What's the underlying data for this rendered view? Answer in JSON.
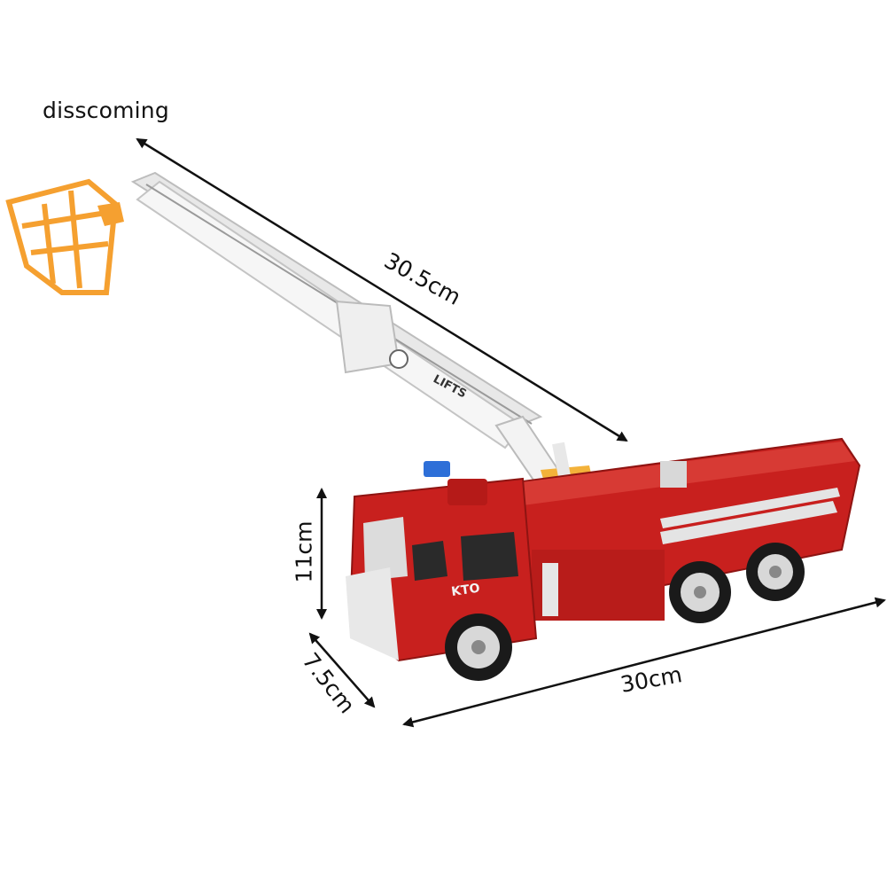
{
  "brand": "disscoming",
  "dimensions": {
    "ladder_length": "30.5cm",
    "height": "11cm",
    "depth": "7.5cm",
    "length": "30cm"
  },
  "product": {
    "ladder_decal": "LIFTS",
    "side_decal": "KTO"
  },
  "colors": {
    "body_red": "#c8201e",
    "dark_red": "#8e1412",
    "ladder_white": "#f2f2f2",
    "basket_orange": "#f5a030",
    "turntable_orange": "#f0a020",
    "siren_blue": "#2e6fd8",
    "tire_black": "#1a1a1a",
    "chrome": "#d8d8d8"
  }
}
